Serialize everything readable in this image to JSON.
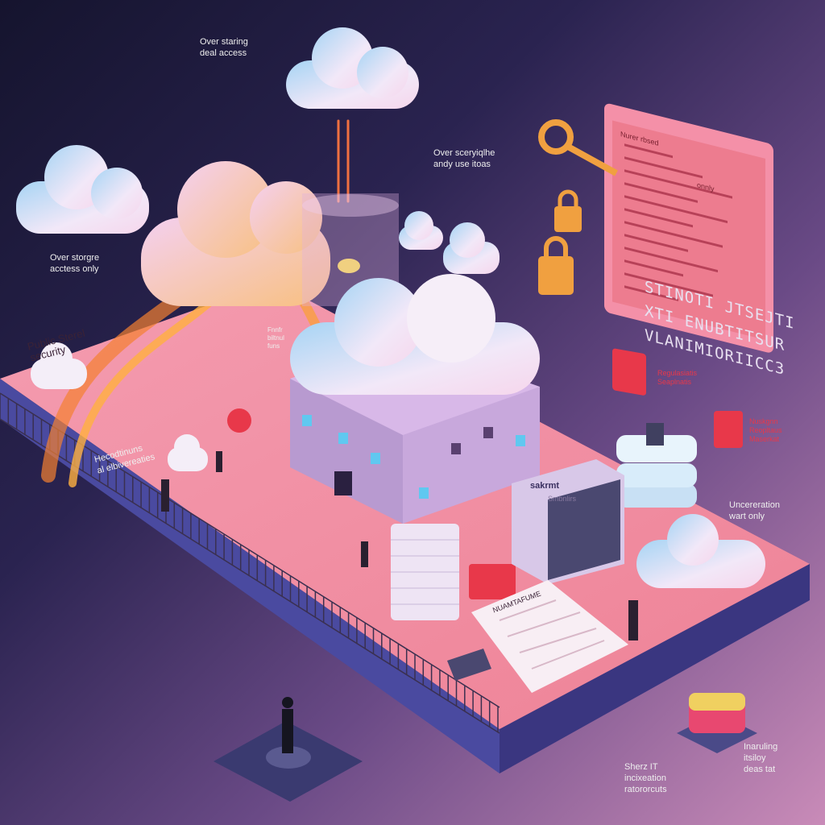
{
  "labels": {
    "top_cloud": "Over staring\ndeal access",
    "left_cloud": "Over storgre\nacctess only",
    "center_top": "Over sceryiqlhe\nandy use itoas",
    "public_sign": "Public Sterel\nsecurity",
    "left_wall": "Hecodtinuns\nal elbivereaties",
    "wall_small": "Fnnfr\nbiltnul\nfuns",
    "big_text": "STINOTI JTSEJTI\nXTI ENUBTITSUR\nVLANIMIORIICC3",
    "alert_left": "Regulasiatis\nSeaplnatis",
    "alert_right": "Nuskgnn\nReopltaus\nMaserkat",
    "right_cloud": "Uncereration\nwart only",
    "server_panel": "sakrmt",
    "server_panel_sub": "Smbnlirs",
    "document": "NUAMTAFUME",
    "bottom_left": "Sherz IT\nincixeation\nratororcuts",
    "bottom_right": "Inaruling\nitsiloy\ndeas tat",
    "screen_title": "Nurer rbsed",
    "screen_right": "onnly"
  },
  "colors": {
    "platform_top": "#f08a9c",
    "platform_side": "#4a4aa0",
    "accent_red": "#e8384a",
    "key_orange": "#f0a040",
    "screen_pink": "#f490a8"
  },
  "icons": [
    "cloud-icon",
    "key-icon",
    "lock-icon",
    "server-icon",
    "alert-icon",
    "document-icon",
    "laptop-icon",
    "person-icon"
  ]
}
